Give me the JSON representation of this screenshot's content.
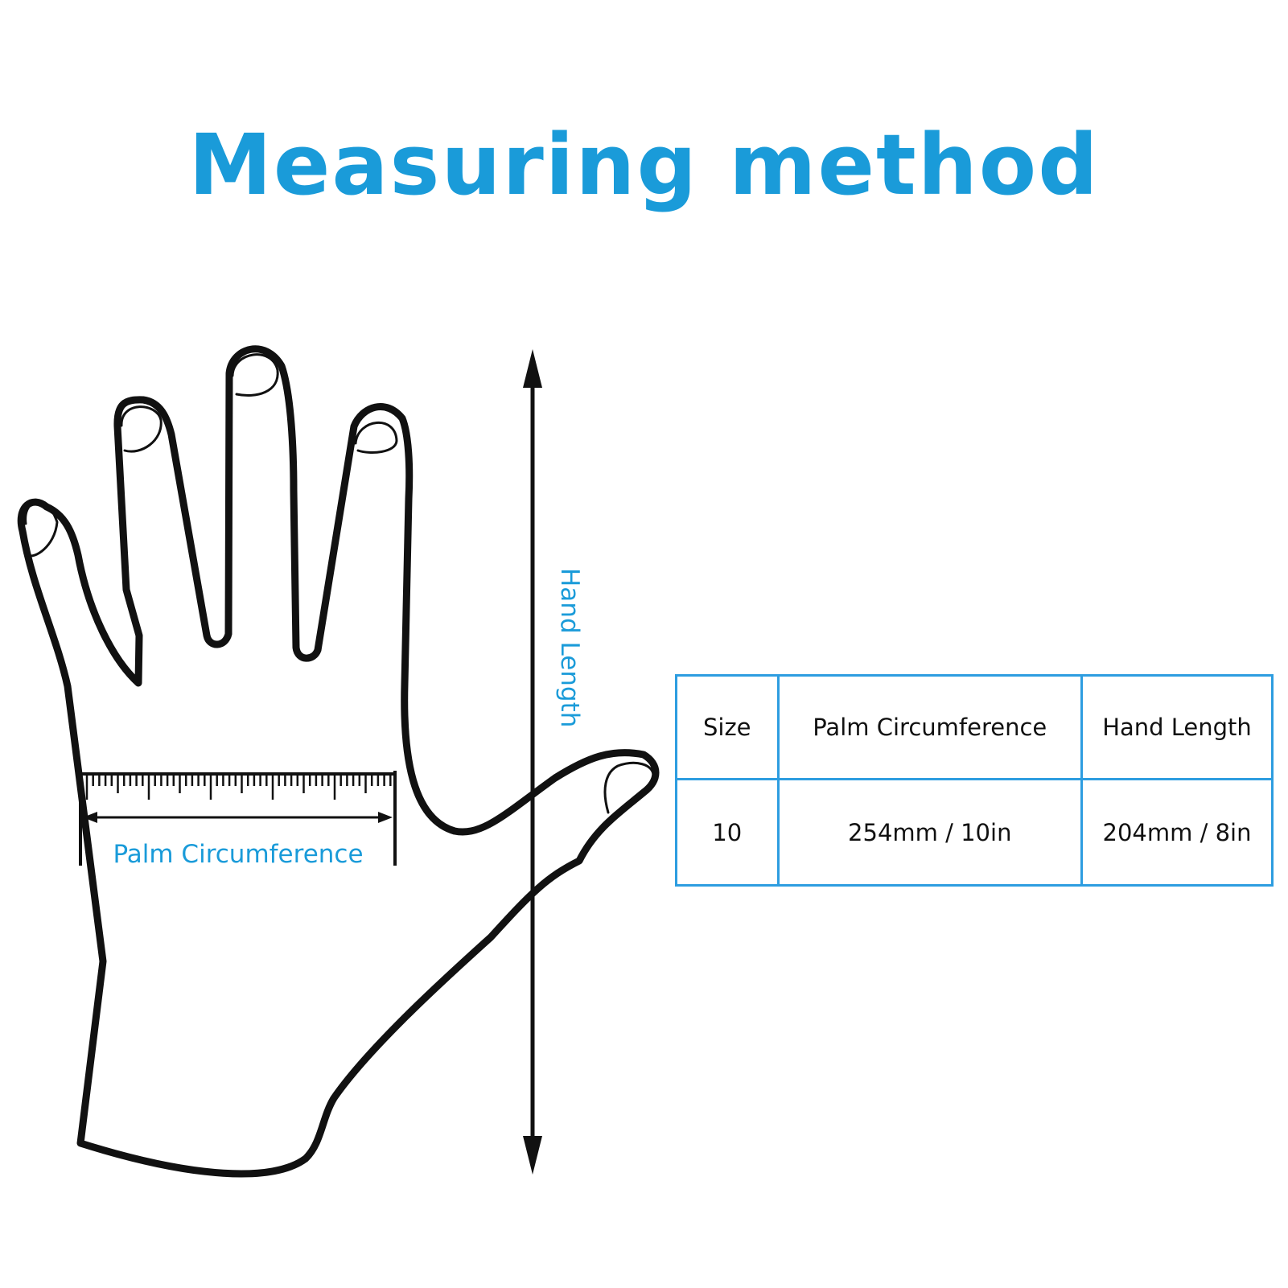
{
  "title": "Measuring method",
  "colors": {
    "accent": "#1a9bd9",
    "outline": "#111111",
    "table_border": "#2d9de0"
  },
  "labels": {
    "hand_length": "Hand Length",
    "palm_circumference": "Palm Circumference"
  },
  "table": {
    "headers": [
      "Size",
      "Palm Circumference",
      "Hand Length"
    ],
    "rows": [
      [
        "10",
        "254mm / 10in",
        "204mm / 8in"
      ]
    ]
  }
}
